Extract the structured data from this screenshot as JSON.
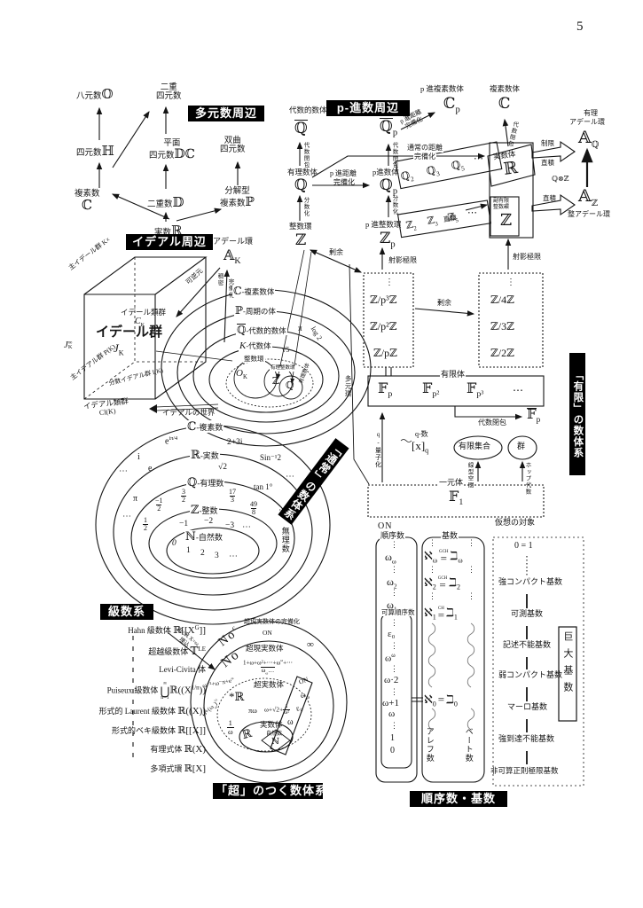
{
  "page": {
    "number": "5"
  },
  "colors": {
    "ink": "#141414",
    "label_bg": "#000000",
    "label_fg": "#ffffff"
  },
  "hyper": {
    "title": "多元数周辺",
    "octonion": "八元数",
    "octonion_sym": "𝕆",
    "dualquat_l1": "二重",
    "dualquat_l2": "四元数",
    "quaternion": "四元数",
    "quaternion_sym": "ℍ",
    "planarquat_l1": "平面",
    "planarquat_l2": "四元数",
    "planarquat_sym": "𝔻ℂ",
    "hypquat_l1": "双曲",
    "hypquat_l2": "四元数",
    "complex": "複素数",
    "complex_sym": "ℂ",
    "dual": "二重数",
    "dual_sym": "𝔻",
    "splitcx_l1": "分解型",
    "splitcx_l2": "複素数",
    "splitcx_sym": "ℙ",
    "real": "実数",
    "real_sym": "ℝ"
  },
  "padic": {
    "title": "p-進数周辺",
    "alg_field": "代数的数体",
    "q_sym": "ℚ",
    "p_sub": "p",
    "rat_field": "有理数体",
    "int_ring": "整数環",
    "z_sym": "ℤ",
    "padic_field": "p進数体",
    "padic_int_ring": "p 進整数環",
    "padic_cx_field": "p 進複素数体",
    "c_sym": "ℂ",
    "cx_field": "複素数体",
    "real_field": "実数体",
    "r_sym": "ℝ",
    "sub2": "2",
    "sub3": "3",
    "sub5": "5",
    "dots": "⋯",
    "vdots": "⋮",
    "profinite_l1": "副有限",
    "profinite_l2": "整数環",
    "zhat_hat": "ˆ",
    "adele_q_l1": "有理",
    "adele_q_l2": "アデール環",
    "a_sym": "𝔸",
    "aq_sub": "ℚ",
    "az_sub": "ℤ",
    "adele_z": "整アデール環",
    "tensor": "ℚ⊗ℤ",
    "restrict": "制限",
    "dirprod": "直積",
    "proj_lim": "射影極限",
    "alg_closure": "代数閉包",
    "frac_label": "分数化",
    "pdist_l1": "p 進距離",
    "pdist_l2": "完備化",
    "usual_l1": "通常の距離",
    "usual_l2": "完備化",
    "residue": "剰余",
    "zp3": "ℤ/p³ℤ",
    "zp2": "ℤ/p²ℤ",
    "zp1": "ℤ/pℤ",
    "z4": "ℤ/4ℤ",
    "z3": "ℤ/3ℤ",
    "z2": "ℤ/2ℤ"
  },
  "finite": {
    "title": "「有限」の数体系",
    "finite_field": "有限体",
    "f_sym": "𝔽",
    "fp_sub": "p",
    "fp2_sub": "p²",
    "fp3_sub": "p³",
    "dots": "⋯",
    "alg_closure": "代数閉包",
    "qnum": "q-数",
    "qbracket": "[x]",
    "q_sub": "q",
    "qquant": "q-量子化",
    "finite_set": "有限集合",
    "group": "群",
    "linsp": "線型空間",
    "hopf": "ホップ代数",
    "one_field": "一元体",
    "f1_sub": "1",
    "virtual": "仮想の対象",
    "algebra": "多元環"
  },
  "ideal": {
    "title": "イデアル周辺",
    "adele_ring": "アデール環",
    "ak_base": "𝔸",
    "ak_sub": "K",
    "invertible": "可逆元",
    "dense": "稠密",
    "completion": "完備化",
    "idele_class": "イデール類群",
    "ck_base": "C",
    "ck_sub": "K",
    "idele_group": "イデール群",
    "jk_base": "J",
    "jk_sub": "K",
    "jinf_sup": "∞",
    "principal_idele": "主イデール群 K×",
    "principal_ideal": "主イデアル群 P(K)",
    "frac_ideal": "分数イデアル群 I(K)",
    "ideal_class": "イデアル類群",
    "clk": "Cl(K)",
    "ideal_world": "イデアルの世界",
    "ring_c": "ℂ",
    "ring_c_label": "-複素数体",
    "ring_p": "ℙ",
    "ring_p_label": "-周期の体",
    "ring_qbar": "ℚ",
    "ring_qbar_label": "-代数的数体",
    "pi": "π",
    "ring_k": "K",
    "ring_k_label": "-代数体",
    "log2": "log 2",
    "sqrt5": "√5",
    "ok_ring": "整数環",
    "ok_base": "O",
    "ok_sub": "K",
    "rat_int": "有理整数環",
    "z": "ℤ",
    "q": "ℚ",
    "rat_field": "有理数体"
  },
  "ordinary": {
    "title": "「通常」の数体系",
    "c": "ℂ",
    "c_label": "-複素数",
    "r": "ℝ",
    "r_label": "-実数",
    "q": "ℚ",
    "q_label": "-有理数",
    "z": "ℤ",
    "z_label": "-整数",
    "n": "ℕ",
    "n_label": "-自然数",
    "e_base": "e",
    "e_sup": "iπ/4",
    "c1": "2+3i",
    "c2": "i",
    "c3": "Sin⁻¹2",
    "r1": "e",
    "r2": "√2",
    "r3": "tan 1°",
    "r4": "π",
    "irrational": "無理数",
    "f32n": "3",
    "f32d": "2",
    "f173n": "17",
    "f173d": "3",
    "fm12n": "−1",
    "fm12d": "2",
    "f498n": "49",
    "f498d": "8",
    "f12n": "1",
    "f12d": "2",
    "zm1": "−1",
    "zm2": "−2",
    "zm3": "−3",
    "n0": "0",
    "n1": "1",
    "n2": "2",
    "n3": "3",
    "dots": "⋯"
  },
  "series": {
    "title": "級数系",
    "hahn": "Hahn 級数体",
    "hahn_a": "ℝ[[X",
    "hahn_sup": "G",
    "hahn_b": "]]",
    "trans": "超越級数体",
    "t_base": "𝕋",
    "t_sup": "LE",
    "levi": "Levi-Civita 体",
    "puiseux": "Puiseux 級数体",
    "cup_sup": "∞",
    "cup": "⋃",
    "cup_sub": "n=1",
    "pui_a": "ℝ((X",
    "pui_sup": "1/n",
    "pui_b": "))",
    "laurent": "形式的 Laurent 級数体",
    "laurent_sym": "ℝ((X))",
    "power": "形式的ベキ級数体",
    "power_sym": "ℝ[[X]]",
    "ratfunc": "有理式体",
    "ratfunc_sym": "ℝ(X)",
    "poly": "多項式環",
    "poly_sym": "ℝ[X]",
    "embed_l1": "R=ℝ X=ω",
    "embed_l2": "埋込"
  },
  "sur": {
    "title": "「超」のつく数体系",
    "noc_base": "No",
    "noc_sup": "c",
    "noc_label": "超現実数体の完備化",
    "on_small": "ON",
    "no": "No",
    "no_label": "超現実数体",
    "inf": "∞",
    "frac_num": "1+ω+ω²+⋯+ω",
    "frac_num_sup": "ω",
    "frac_num_tail": "+⋯",
    "frac_den_base": "ω",
    "frac_den_sub": "ω",
    "frac_den_tail": "…",
    "hyper_el": "ω⁻²+ω⁻π+e",
    "hyper_el_sup": "ω",
    "hyperreal": "超実数体",
    "starr": "*ℝ",
    "piw": "πω",
    "el2_a": "ω+√2+",
    "el2_n": "1",
    "el2_d": "ω²",
    "el3_a": "ω+(ω",
    "el3_sub": "ω",
    "el3_b": ")",
    "el3_sup": "½",
    "real_field": "実数体",
    "r": "ℝ",
    "inv_n": "1",
    "inv_d": "ω",
    "nat": "自然数",
    "n": "ℕ",
    "on_box": "ON",
    "ww_base": "ω",
    "ww_sub": "ω",
    "eps0": "ε₀",
    "w": "ω"
  },
  "ordcard": {
    "title": "順序数・基数",
    "on": "ON",
    "ordinal": "順序数",
    "countable": "可算順序数",
    "vdots": "⋮",
    "ww_base": "ω",
    "ww_sub": "ω",
    "w2_base": "ω",
    "w2_sub": "2",
    "w1_base": "ω",
    "w1_sub": "1",
    "eps0": "ε₀",
    "wpw_base": "ω",
    "wpw_sup": "ω",
    "wt2": "ω·2",
    "wp1": "ω+1",
    "w": "ω",
    "one": "1",
    "zero": "0",
    "cardinal": "基数",
    "aleph": "ℵ",
    "beth": "ℶ",
    "sub_w": "ω",
    "sub_2": "2",
    "sub_1": "1",
    "sub_0": "0",
    "eq": "=",
    "gch": "GCH",
    "ch": "CH",
    "aleph_label": "アレフ数",
    "beth_label": "ベート数",
    "zero_one": "0 = 1",
    "lc1": "強コンパクト基数",
    "lc2": "可測基数",
    "lc3": "記述不能基数",
    "lc4": "弱コンパクト基数",
    "lc5": "マーロ基数",
    "lc6": "強到達不能基数",
    "lc7": "非可算正則極限基数",
    "large": "巨大基数"
  }
}
